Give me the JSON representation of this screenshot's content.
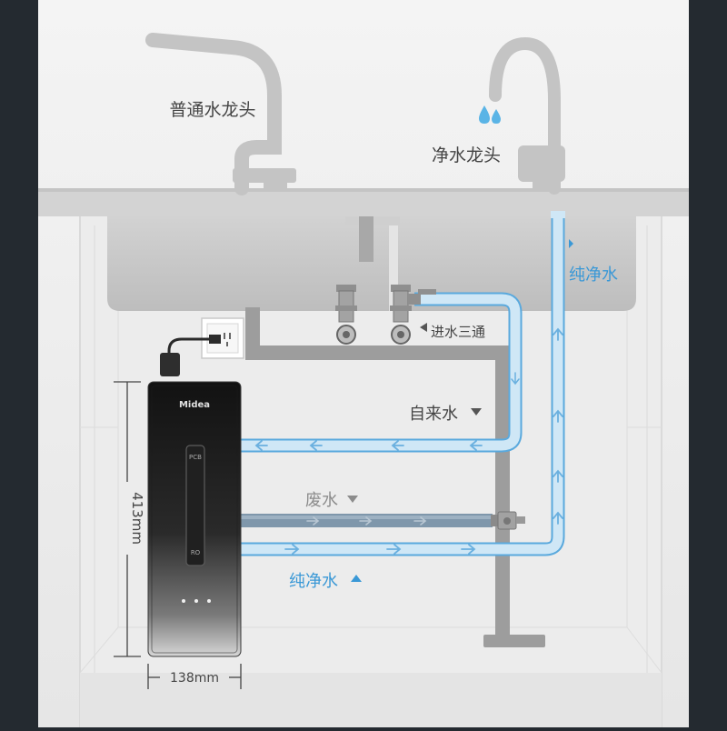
{
  "labels": {
    "regular_faucet": "普通水龙头",
    "purified_faucet": "净水龙头",
    "purified_water_top": "纯净水",
    "inlet_tee": "进水三通",
    "tap_water": "自来水",
    "waste_water": "废水",
    "purified_water_bottom": "纯净水"
  },
  "device": {
    "brand": "Midea",
    "pcb_label": "PCB",
    "ro_label": "RO",
    "height_dim": "413mm",
    "width_dim": "138mm"
  },
  "colors": {
    "background": "#242a30",
    "cabinet_bg": "#e9e9e9",
    "blue_pipe": "#9ccbe8",
    "pipe_outline": "#5aa9dd",
    "waste_pipe": "#7f97ab",
    "drain_pipe": "#9d9d9d",
    "device_top": "#121212",
    "device_bottom": "#cfcfcf"
  },
  "icons": {
    "water_drop": "water-drop-icon",
    "arrow_left": "arrow-left-icon",
    "arrow_right": "arrow-right-icon",
    "arrow_up": "arrow-up-icon",
    "arrow_down": "arrow-down-icon",
    "triangle_down": "triangle-down-icon",
    "triangle_up": "triangle-up-icon",
    "triangle_left": "triangle-left-icon"
  }
}
